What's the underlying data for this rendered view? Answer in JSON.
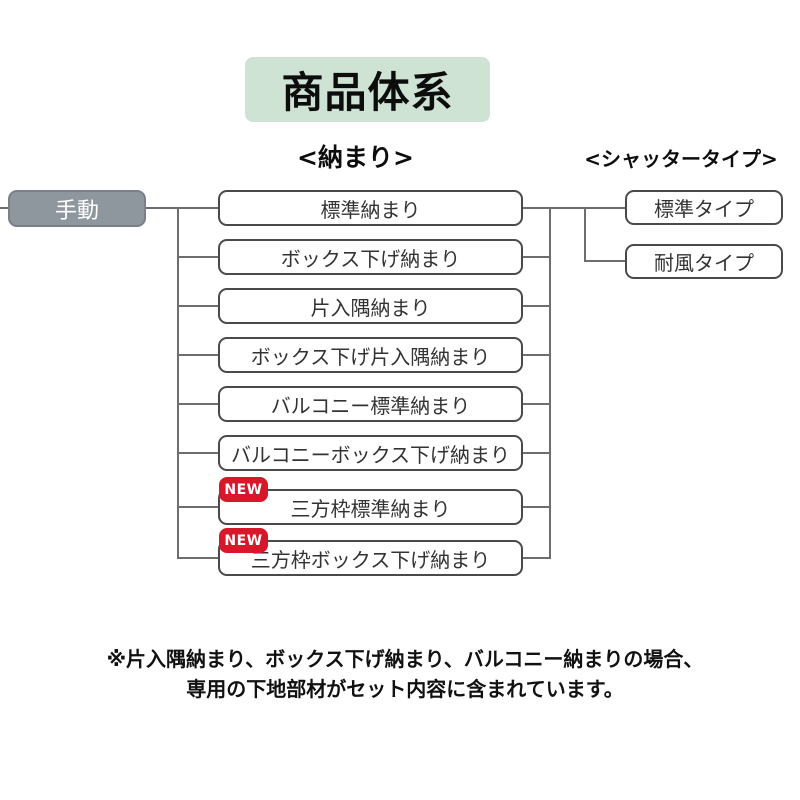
{
  "title": "商品体系",
  "columns": {
    "fitting_header": "<納まり>",
    "shutter_type_header": "<シャッタータイプ>"
  },
  "root": {
    "label": "手動"
  },
  "fittings": [
    {
      "label": "標準納まり",
      "new": false
    },
    {
      "label": "ボックス下げ納まり",
      "new": false
    },
    {
      "label": "片入隅納まり",
      "new": false
    },
    {
      "label": "ボックス下げ片入隅納まり",
      "new": false
    },
    {
      "label": "バルコニー標準納まり",
      "new": false
    },
    {
      "label": "バルコニーボックス下げ納まり",
      "new": false
    },
    {
      "label": "三方枠標準納まり",
      "new": true
    },
    {
      "label": "三方枠ボックス下げ納まり",
      "new": true
    }
  ],
  "shutter_types": [
    {
      "label": "標準タイプ"
    },
    {
      "label": "耐風タイプ"
    }
  ],
  "badge": {
    "label": "NEW"
  },
  "note": {
    "line1": "※片入隅納まり、ボックス下げ納まり、バルコニー納まりの場合、",
    "line2": "専用の下地部材がセット内容に含まれています。"
  },
  "colors": {
    "title_bg": "#cfe3d4",
    "root_bg": "#8e969e",
    "badge_bg": "#d7182b",
    "box_border": "#4a4a4a",
    "line": "#6e6e6e"
  }
}
